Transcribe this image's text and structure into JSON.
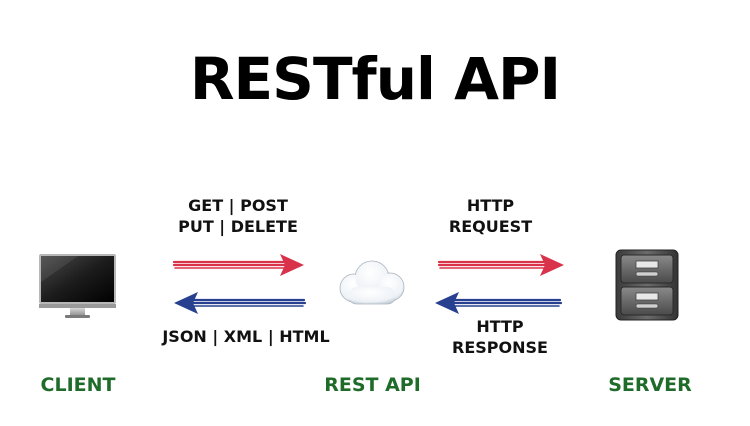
{
  "title": "RESTful API",
  "colors": {
    "node_label": "#1f6b2a",
    "request_arrow": "#d8334a",
    "response_arrow": "#27408f"
  },
  "left_top_label": {
    "line1": "GET | POST",
    "line2": "PUT | DELETE"
  },
  "left_bottom_label": "JSON | XML | HTML",
  "right_top_label": {
    "line1": "HTTP",
    "line2": "REQUEST"
  },
  "right_bottom_label": {
    "line1": "HTTP",
    "line2": "RESPONSE"
  },
  "nodes": {
    "client": {
      "label": "CLIENT",
      "icon": "monitor-icon"
    },
    "rest_api": {
      "label": "REST API",
      "icon": "cloud-icon"
    },
    "server": {
      "label": "SERVER",
      "icon": "file-cabinet-icon"
    }
  }
}
